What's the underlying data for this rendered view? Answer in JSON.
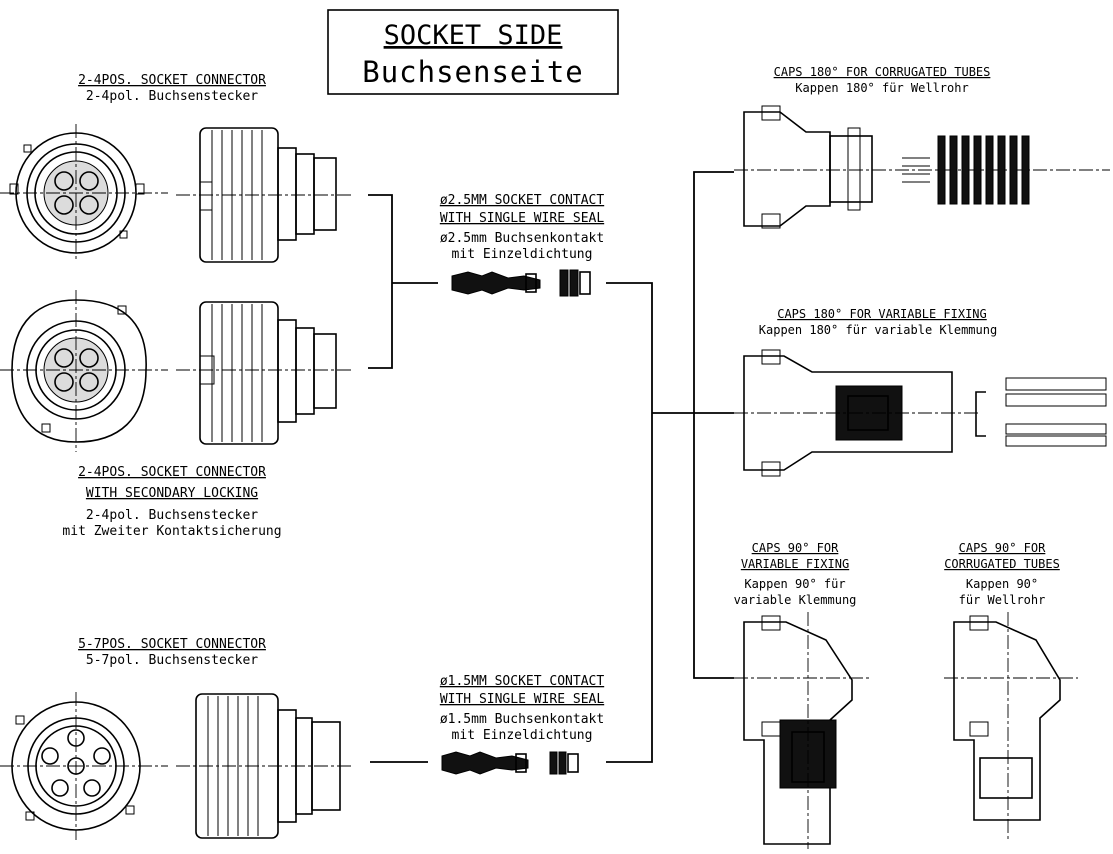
{
  "title": {
    "en": "SOCKET SIDE",
    "de": "Buchsenseite"
  },
  "labels": {
    "socket_24": {
      "en": "2-4POS. SOCKET CONNECTOR",
      "de": "2-4pol. Buchsenstecker"
    },
    "socket_24_secondary": {
      "en1": "2-4POS. SOCKET CONNECTOR",
      "en2": "WITH SECONDARY LOCKING",
      "de1": "2-4pol. Buchsenstecker",
      "de2": "mit Zweiter Kontaktsicherung"
    },
    "socket_57": {
      "en": "5-7POS. SOCKET CONNECTOR",
      "de": "5-7pol. Buchsenstecker"
    },
    "contact_25": {
      "en1": "ø2.5MM SOCKET CONTACT",
      "en2": "WITH SINGLE WIRE SEAL",
      "de1": "ø2.5mm Buchsenkontakt",
      "de2": "mit Einzeldichtung"
    },
    "contact_15": {
      "en1": "ø1.5MM SOCKET CONTACT",
      "en2": "WITH SINGLE WIRE SEAL",
      "de1": "ø1.5mm Buchsenkontakt",
      "de2": "mit Einzeldichtung"
    },
    "caps_180_tubes": {
      "en": "CAPS 180° FOR CORRUGATED TUBES",
      "de": "Kappen 180° für Wellrohr"
    },
    "caps_180_fixing": {
      "en": "CAPS 180° FOR VARIABLE FIXING",
      "de": "Kappen 180° für variable Klemmung"
    },
    "caps_90_fixing": {
      "en1": "CAPS 90° FOR",
      "en2": "VARIABLE FIXING",
      "de1": "Kappen 90° für",
      "de2": "variable Klemmung"
    },
    "caps_90_tubes": {
      "en1": "CAPS 90° FOR",
      "en2": "CORRUGATED TUBES",
      "de1": "Kappen 90°",
      "de2": "für Wellrohr"
    }
  }
}
